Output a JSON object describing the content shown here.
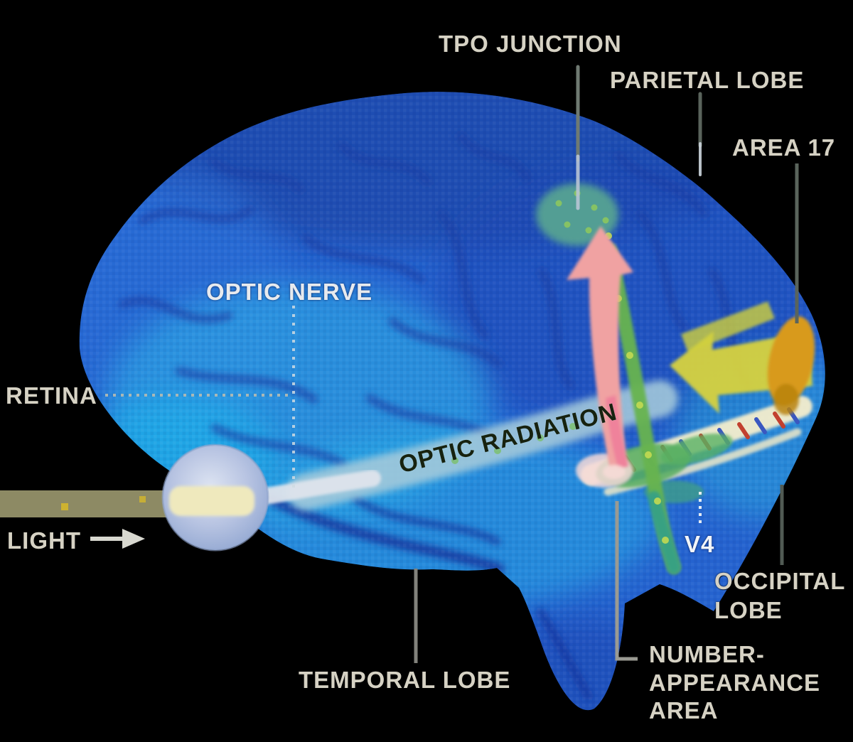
{
  "diagram": {
    "description_labels": {
      "tpo_junction": "TPO JUNCTION",
      "parietal_lobe": "PARIETAL LOBE",
      "area_17": "AREA 17",
      "optic_nerve": "OPTIC NERVE",
      "retina": "RETINA",
      "light": "LIGHT",
      "optic_radiation": "OPTIC RADIATION",
      "v4": "V4",
      "occipital_lobe": "OCCIPITAL LOBE",
      "number_appearance_area": "NUMBER-APPEARANCE AREA",
      "temporal_lobe": "TEMPORAL LOBE"
    },
    "colors": {
      "background": "#000000",
      "brain_blue": "#2563cf",
      "brain_cyan": "#2fb9ea",
      "sulci_blue": "#1b3fa6",
      "label_text": "#d6d2c4",
      "white_label": "#eef2f6",
      "dark_label": "#17220f",
      "pink_pathway": "#f0a2a2",
      "green_pathway": "#6cb653",
      "yellow_pathway": "#d6d23f",
      "area17_orange": "#d89a1d",
      "cream_fiber_band": "#f3edcd",
      "red_tick": "#c2402f",
      "blue_tick": "#3a57c0",
      "tpo_highlight_teal": "#57a393",
      "light_beam_olive": "#8d8a64",
      "eye_fill": "#aebede",
      "eye_beam_cream": "#efe9bd",
      "radiation_band_blue": "#a5cadb"
    }
  }
}
